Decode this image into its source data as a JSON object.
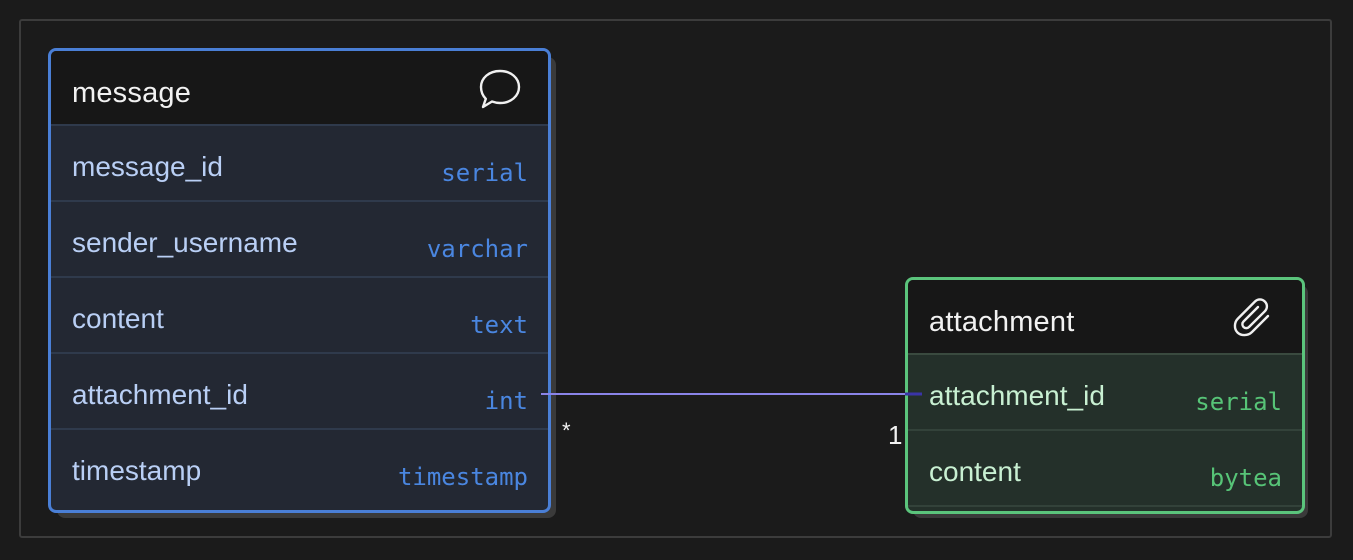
{
  "tables": [
    {
      "name": "message",
      "icon": "chat-bubble-icon",
      "accent": "#4a7fd6",
      "columns": [
        {
          "name": "message_id",
          "type": "serial"
        },
        {
          "name": "sender_username",
          "type": "varchar"
        },
        {
          "name": "content",
          "type": "text"
        },
        {
          "name": "attachment_id",
          "type": "int"
        },
        {
          "name": "timestamp",
          "type": "timestamp"
        }
      ]
    },
    {
      "name": "attachment",
      "icon": "paperclip-icon",
      "accent": "#5bc47c",
      "columns": [
        {
          "name": "attachment_id",
          "type": "serial"
        },
        {
          "name": "content",
          "type": "bytea"
        }
      ]
    }
  ],
  "relationship": {
    "from": "message.attachment_id",
    "to": "attachment.attachment_id",
    "from_cardinality": "*",
    "to_cardinality": "1",
    "line_color": "#8a84e8"
  }
}
